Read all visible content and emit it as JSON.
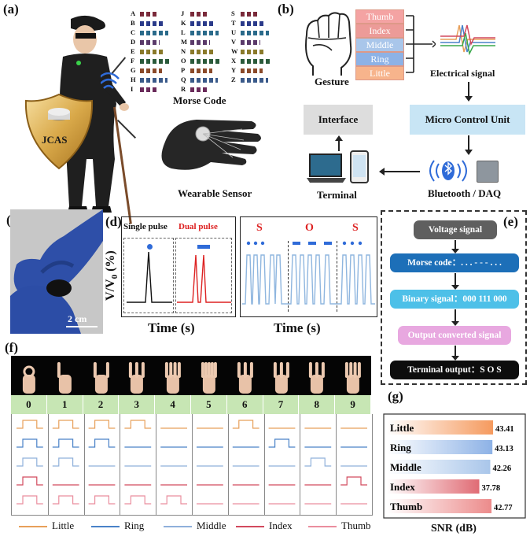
{
  "panel_labels": [
    "(a)",
    "(b)",
    "(c)",
    "(d)",
    "(e)",
    "(f)",
    "(g)"
  ],
  "panel_a": {
    "shield_text": "JCAS",
    "morse_title": "Morse Code",
    "sensor_title": "Wearable Sensor",
    "morse_col1": [
      "A",
      "B",
      "C",
      "D",
      "E",
      "F",
      "G",
      "H",
      "I"
    ],
    "morse_col2": [
      "J",
      "K",
      "L",
      "M",
      "N",
      "O",
      "P",
      "Q",
      "R"
    ],
    "morse_col3": [
      "S",
      "T",
      "U",
      "V",
      "W",
      "X",
      "Y",
      "Z"
    ]
  },
  "panel_b": {
    "fingers": [
      "Thumb",
      "Index",
      "Middle",
      "Ring",
      "Little"
    ],
    "finger_colors": [
      "#f4a3a3",
      "#ec9b98",
      "#a9c6ea",
      "#8db2e6",
      "#f7b48c"
    ],
    "gesture": "Gesture",
    "electrical_signal": "Electrical signal",
    "mcu": "Micro Control Unit",
    "interface": "Interface",
    "terminal": "Terminal",
    "bluetooth": "Bluetooth / DAQ"
  },
  "panel_c": {
    "scale": "2 cm"
  },
  "panel_d": {
    "ylabel": "V/V",
    "ylabel_sub": "0",
    "ylabel_suffix": " (%)",
    "single_pulse": "Single pulse",
    "dual_pulse": "Dual pulse",
    "xlabel_left": "Time (s)",
    "xlabel_right": "Time (s)",
    "sos_letters": [
      "S",
      "O",
      "S"
    ]
  },
  "panel_e": {
    "steps": [
      "Voltage signal",
      "Morse code：. . .   - - -   . . .",
      "Binary signal：000 111 000",
      "Output converted signal",
      "Terminal output：S O S"
    ]
  },
  "panel_f": {
    "digits": [
      "0",
      "1",
      "2",
      "3",
      "4",
      "5",
      "6",
      "7",
      "8",
      "9"
    ],
    "legend": [
      "Little",
      "Ring",
      "Middle",
      "Index",
      "Thumb"
    ],
    "legend_colors": [
      "#e8a05a",
      "#4a82c8",
      "#8fb0db",
      "#d24a5e",
      "#ea8e9e"
    ]
  },
  "chart_data": {
    "type": "bar",
    "categories": [
      "Little",
      "Ring",
      "Middle",
      "Index",
      "Thumb"
    ],
    "values": [
      43.41,
      43.13,
      42.26,
      37.78,
      42.77
    ],
    "xlabel": "SNR (dB)",
    "colors": [
      "#f59a5e",
      "#8db2e6",
      "#a9c6ea",
      "#e06b74",
      "#ec8b8b"
    ]
  }
}
